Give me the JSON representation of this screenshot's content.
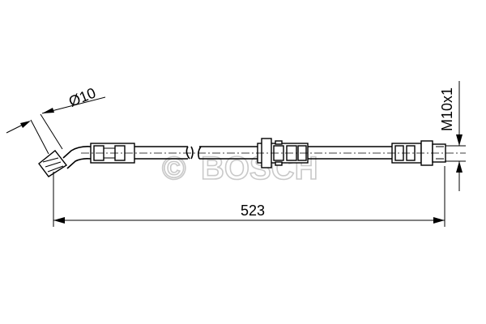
{
  "dimensions": {
    "diameter": "Ø10",
    "length": "523",
    "thread": "M10x1"
  },
  "watermark": {
    "symbol": "©",
    "brand": "BOSCH"
  }
}
